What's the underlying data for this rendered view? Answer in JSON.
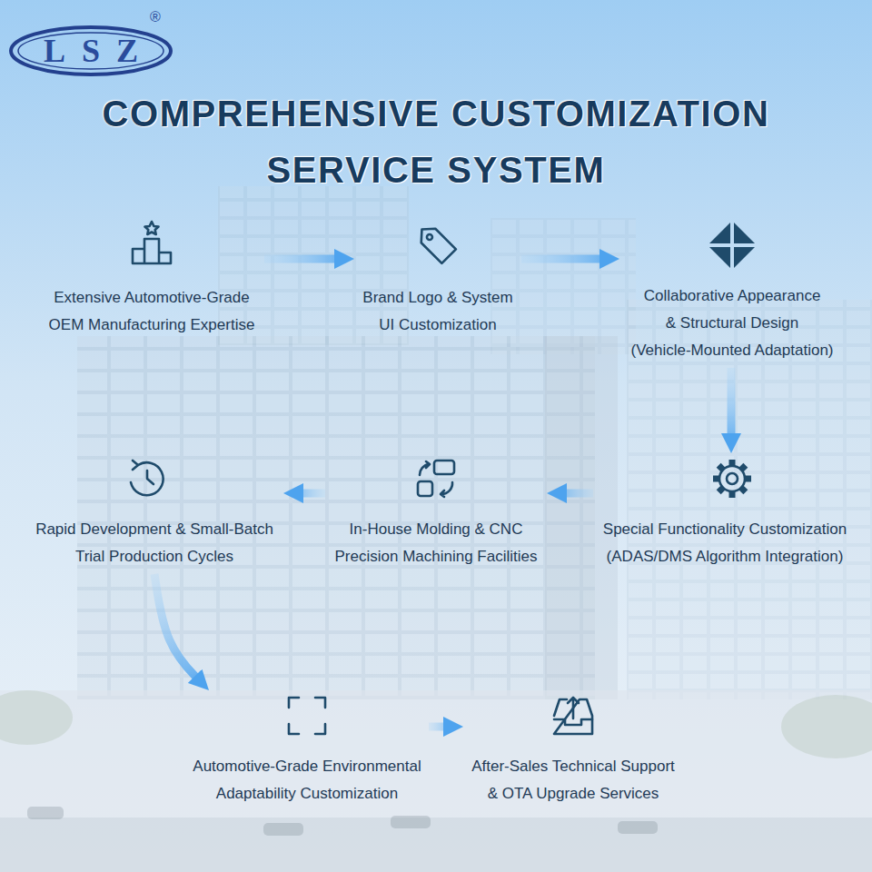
{
  "diagram": {
    "title": "COMPREHENSIVE CUSTOMIZATION SERVICE SYSTEM",
    "nodes": [
      {
        "text": [
          "Extensive Automotive-Grade OEM Manufacturing Expertise"
        ]
      },
      {
        "text": [
          "Brand Logo & System UI Customization"
        ]
      },
      {
        "text": [
          "Collaborative Appearance & Structural Design",
          "(Vehicle-Mounted Adaptation)"
        ]
      },
      {
        "text": [
          "Special Functionality Customization",
          "(ADAS/DMS Algorithm Integration)"
        ]
      },
      {
        "text": [
          "In-House Molding & CNC Precision Machining Facilities"
        ]
      },
      {
        "text": [
          "Rapid Development & Small-Batch Trial Production Cycles"
        ]
      },
      {
        "text": [
          "Automotive-Grade Environmental Adaptability Customization"
        ]
      },
      {
        "text": [
          "After-Sales Technical Support & OTA Upgrade Services"
        ]
      }
    ],
    "edges": [
      {
        "from": 0,
        "to": 1,
        "arrow": "to"
      },
      {
        "from": 1,
        "to": 2,
        "arrow": "to"
      },
      {
        "from": 2,
        "to": 3,
        "arrow": "to"
      },
      {
        "from": 3,
        "to": 4,
        "arrow": "to"
      },
      {
        "from": 4,
        "to": 5,
        "arrow": "to"
      },
      {
        "from": 5,
        "to": 6,
        "arrow": "to"
      },
      {
        "from": 6,
        "to": 7,
        "arrow": "to"
      }
    ],
    "labels": [
      "LSZ",
      "®"
    ]
  }
}
